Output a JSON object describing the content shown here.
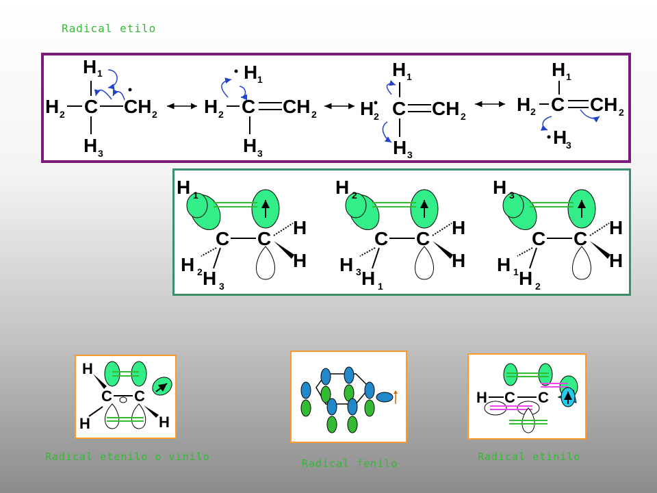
{
  "title": "Radical etilo",
  "colors": {
    "accent": "#33bb33",
    "frame_top": "#7a1a7a",
    "frame_mid": "#3a8f6a",
    "frame_small": "#ff9a2a",
    "orbital": "#33ee88",
    "arrow": "#2244cc",
    "pink": "#ee44ee",
    "cyan": "#22ccee"
  },
  "atoms": {
    "C": "C",
    "H": "H",
    "CH": "CH"
  },
  "subs": {
    "1": "1",
    "2": "2",
    "3": "3"
  },
  "captions": {
    "vinyl": "Radical etenilo o vinilo",
    "phenyl": "Radical fenilo",
    "ethynyl": "Radical etinilo"
  }
}
